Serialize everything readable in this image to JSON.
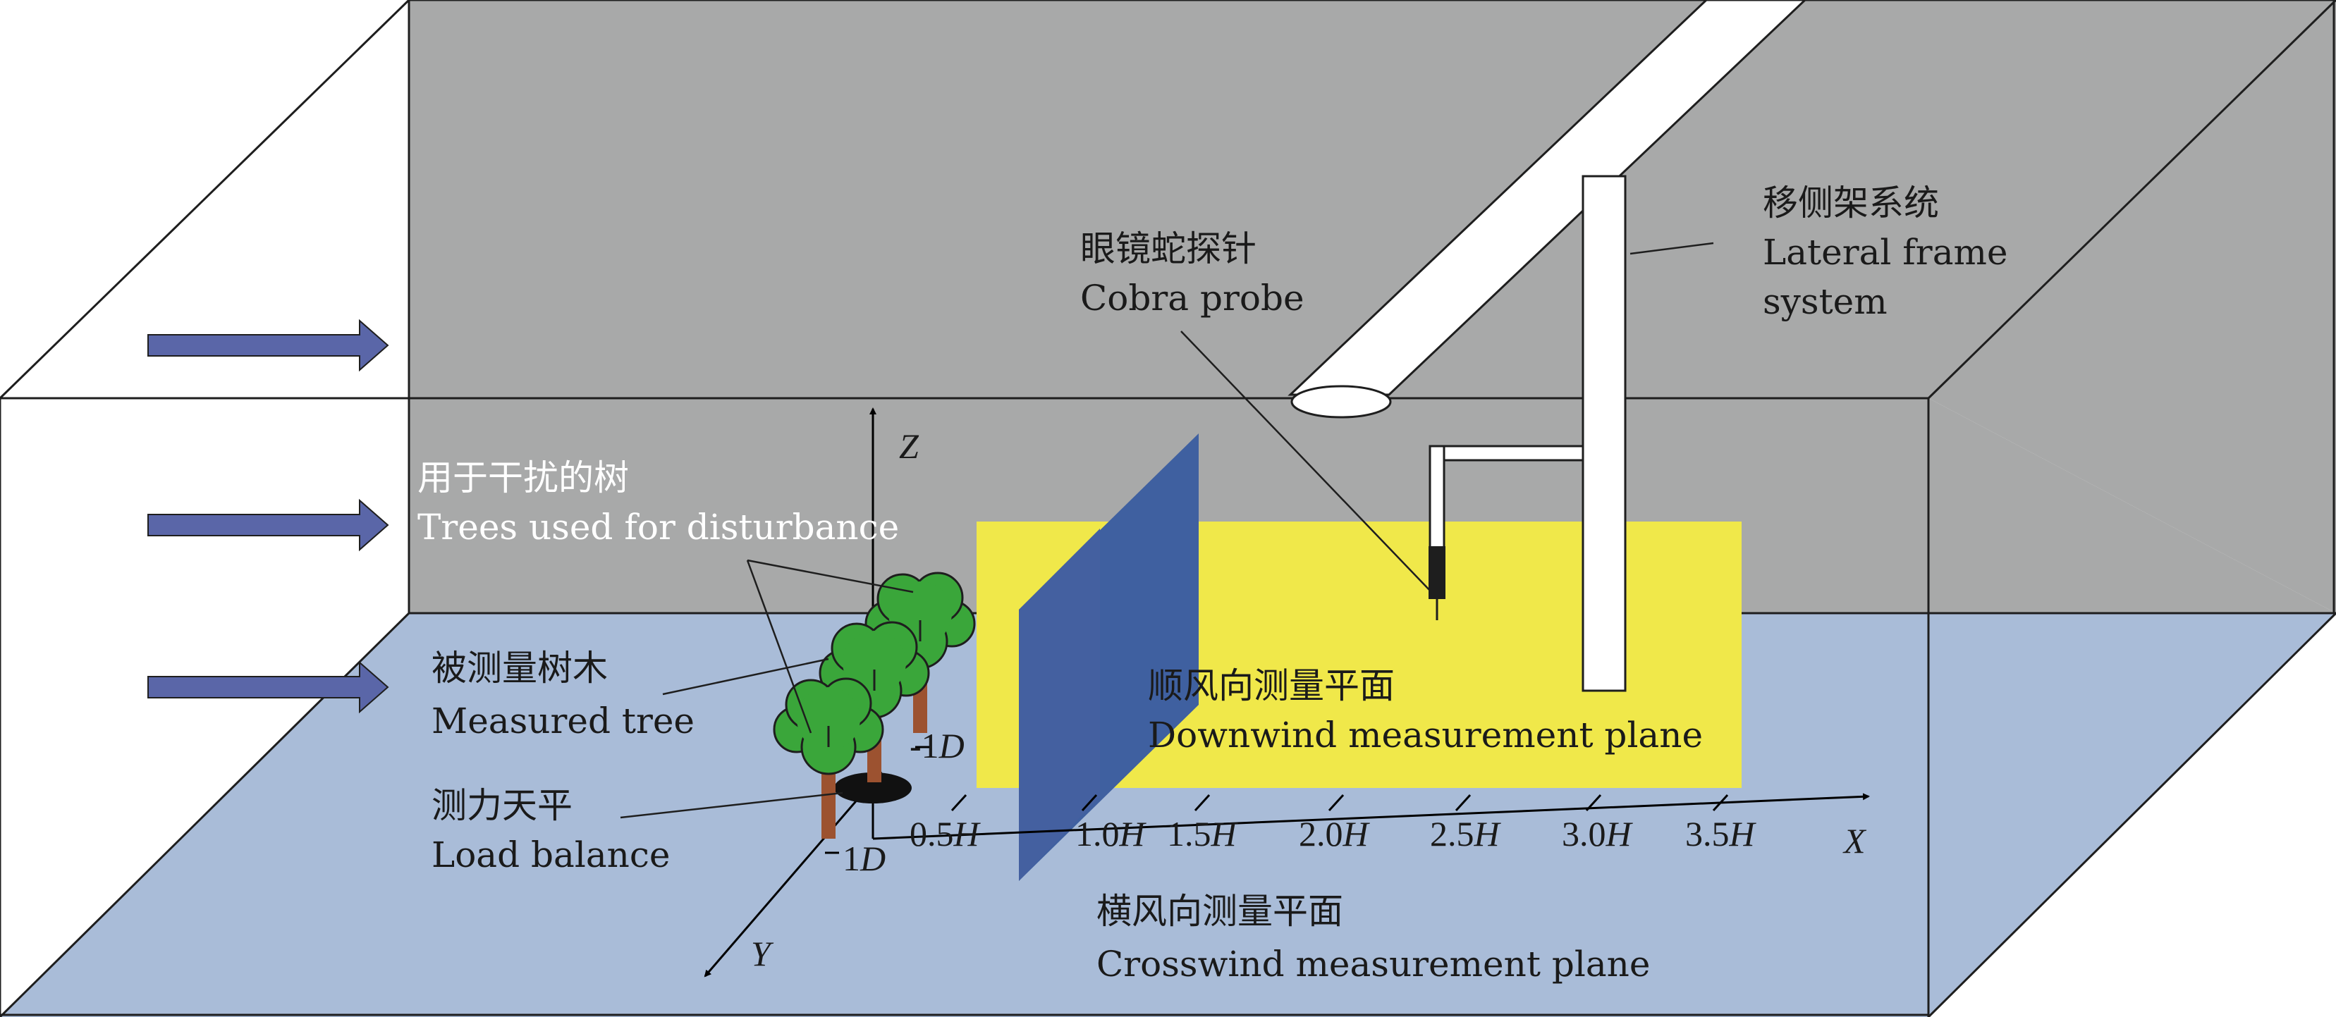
{
  "labels": {
    "lateral_frame_cn": "移侧架系统",
    "lateral_frame_en_1": "Lateral frame",
    "lateral_frame_en_2": "system",
    "cobra_probe_cn": "眼镜蛇探针",
    "cobra_probe_en": "Cobra probe",
    "disturbance_trees_cn": "用于干扰的树",
    "disturbance_trees_en": "Trees used for disturbance",
    "measured_tree_cn": "被测量树木",
    "measured_tree_en": "Measured tree",
    "load_balance_cn": "测力天平",
    "load_balance_en": "Load balance",
    "downwind_plane_cn": "顺风向测量平面",
    "downwind_plane_en": "Downwind measurement plane",
    "crosswind_plane_cn": "横风向测量平面",
    "crosswind_plane_en": "Crosswind measurement plane"
  },
  "axes": {
    "x": "X",
    "y": "Y",
    "z": "Z",
    "x_ticks": [
      {
        "num": "0.5",
        "unit": "H"
      },
      {
        "num": "1.0",
        "unit": "H"
      },
      {
        "num": "1.5",
        "unit": "H"
      },
      {
        "num": "2.0",
        "unit": "H"
      },
      {
        "num": "2.5",
        "unit": "H"
      },
      {
        "num": "3.0",
        "unit": "H"
      },
      {
        "num": "3.5",
        "unit": "H"
      }
    ],
    "y_tick_neg": {
      "num": "-1",
      "unit": "D"
    },
    "y_tick_pos": {
      "num": "1",
      "unit": "D"
    }
  },
  "colors": {
    "wall": "#a8a9a9",
    "floor": "#a9bcd8",
    "downwind_plane": "#f0e84a",
    "crosswind_plane": "#3f60a0",
    "wind_arrow": "#5a66a8",
    "tree_foliage": "#3aa63a",
    "tree_trunk": "#9c5230"
  },
  "icons": {
    "wind_arrows": "right-arrow",
    "trees": "tree-icon",
    "balance": "ellipse-disc"
  }
}
